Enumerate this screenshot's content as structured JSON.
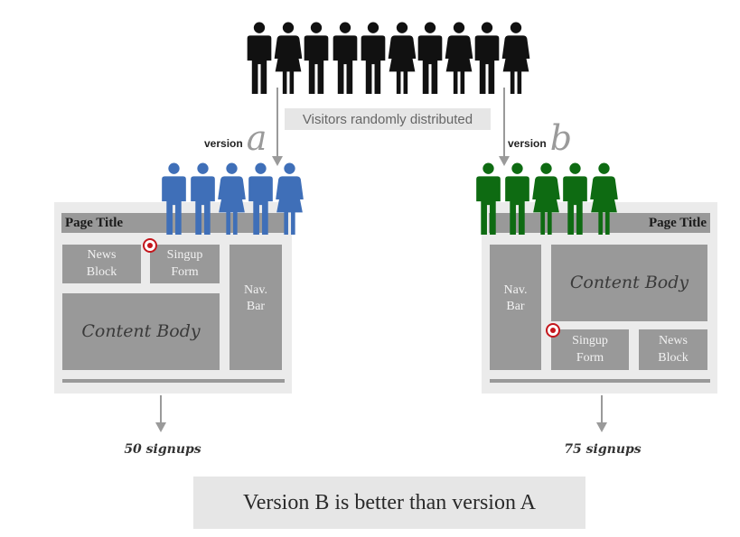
{
  "visitors_label": "Visitors randomly distributed",
  "version_a": {
    "word": "version",
    "letter": "a"
  },
  "version_b": {
    "word": "version",
    "letter": "b"
  },
  "page_a": {
    "title": "Page Title",
    "news_block": "News\nBlock",
    "signup_form": "Singup\nForm",
    "nav_bar": "Nav.\nBar",
    "content_body": "Content Body"
  },
  "page_b": {
    "title": "Page Title",
    "news_block": "News\nBlock",
    "signup_form": "Singup\nForm",
    "nav_bar": "Nav.\nBar",
    "content_body": "Content Body"
  },
  "result_a": "50 signups",
  "result_b": "75 signups",
  "conclusion": "Version B is better than version A",
  "colors": {
    "all_visitors": "#111111",
    "group_a": "#3f6fb8",
    "group_b": "#0e6b12",
    "target": "#c4161c"
  },
  "groups": {
    "all": [
      "male",
      "female",
      "male",
      "male",
      "male",
      "female",
      "male",
      "female",
      "male",
      "female"
    ],
    "a": [
      "male",
      "male",
      "female",
      "male",
      "female"
    ],
    "b": [
      "male",
      "male",
      "female",
      "male",
      "female"
    ]
  }
}
